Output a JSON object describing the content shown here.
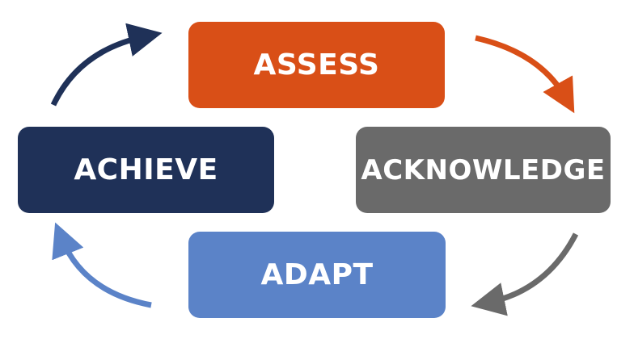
{
  "colors": {
    "assess": "#d94f17",
    "acknowledge": "#6a6a6a",
    "adapt": "#5b83c8",
    "achieve": "#1f3158"
  },
  "steps": [
    {
      "id": "assess",
      "label": "ASSESS"
    },
    {
      "id": "acknowledge",
      "label": "ACKNOWLEDGE"
    },
    {
      "id": "adapt",
      "label": "ADAPT"
    },
    {
      "id": "achieve",
      "label": "ACHIEVE"
    }
  ]
}
